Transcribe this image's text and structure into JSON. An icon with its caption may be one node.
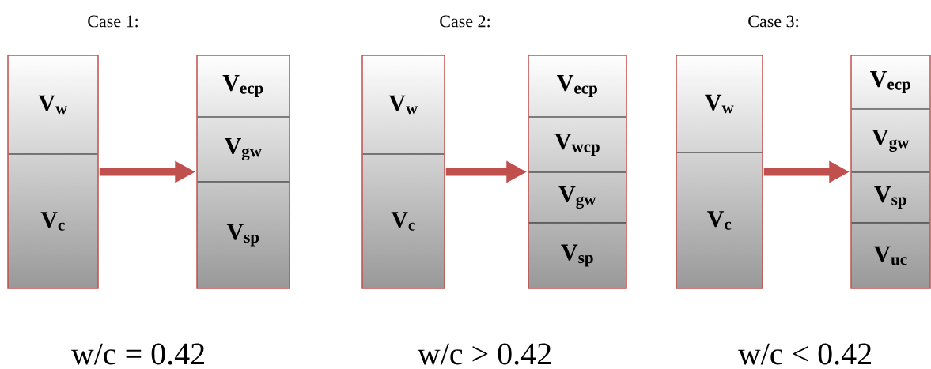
{
  "diagram": {
    "nodes": [
      {
        "text": [],
        "shape": "box"
      },
      {
        "text": [
          "V$_{w}$"
        ],
        "in": 0
      },
      {
        "text": [
          "V$_{c}$"
        ],
        "in": 0
      },
      {
        "text": [],
        "shape": "box"
      },
      {
        "text": [
          "V$_{ecp}$"
        ],
        "in": 3
      },
      {
        "text": [
          "V$_{gw}$"
        ],
        "in": 3
      },
      {
        "text": [
          "V$_{sp}$"
        ],
        "in": 3
      },
      {
        "text": [],
        "shape": "box"
      },
      {
        "text": [
          "V$_{w}$"
        ],
        "in": 7
      },
      {
        "text": [
          "V$_{c}$"
        ],
        "in": 7
      },
      {
        "text": [],
        "shape": "box"
      },
      {
        "text": [
          "V$_{ecp}$"
        ],
        "in": 10
      },
      {
        "text": [
          "V$_{wcp}$"
        ],
        "in": 10
      },
      {
        "text": [
          "V$_{gw}$"
        ],
        "in": 10
      },
      {
        "text": [
          "V$_{sp}$"
        ],
        "in": 10
      },
      {
        "text": [],
        "shape": "box"
      },
      {
        "text": [
          "V$_{w}$"
        ],
        "in": 15
      },
      {
        "text": [
          "V$_{c}$"
        ],
        "in": 15
      },
      {
        "text": [],
        "shape": "box"
      },
      {
        "text": [
          "V$_{ecp}$"
        ],
        "in": 18
      },
      {
        "text": [
          "V$_{gw}$"
        ],
        "in": 18
      },
      {
        "text": [
          "V$_{sp}$"
        ],
        "in": 18
      },
      {
        "text": [
          "V$_{uc}$"
        ],
        "in": 18
      }
    ],
    "edges": [
      {
        "from": 0,
        "to": 3,
        "arrow": "to"
      },
      {
        "from": 7,
        "to": 10,
        "arrow": "to"
      },
      {
        "from": 15,
        "to": 18,
        "arrow": "to"
      }
    ],
    "labels": [
      "Case 1:",
      "Case 2:",
      "Case 3:",
      "w/c = 0.42",
      "w/c > 0.42",
      "w/c < 0.42"
    ]
  }
}
